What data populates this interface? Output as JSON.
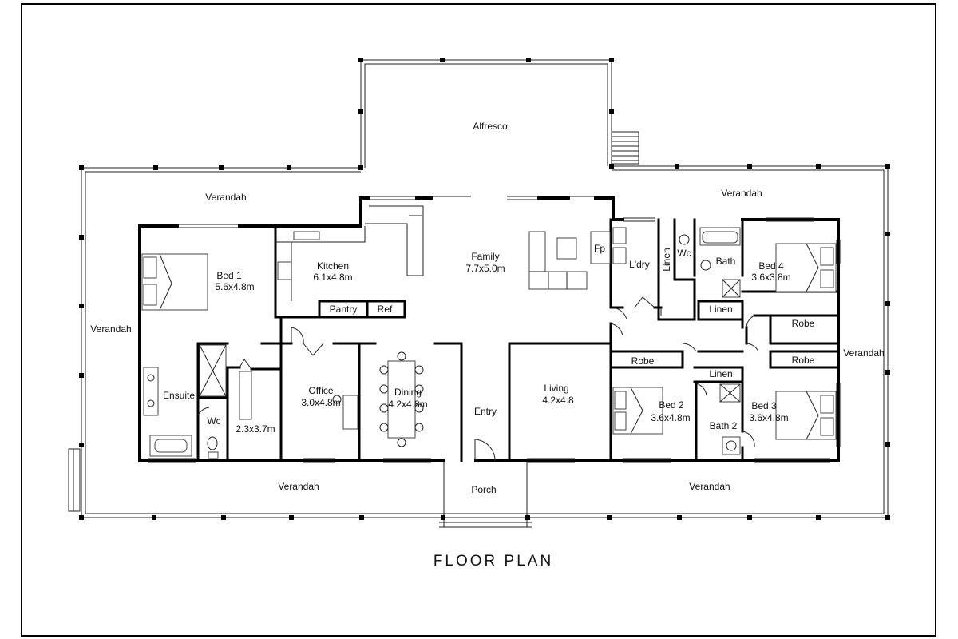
{
  "title": "FLOOR PLAN",
  "rooms": {
    "alfresco": "Alfresco",
    "verandah_nw": "Verandah",
    "verandah_ne": "Verandah",
    "verandah_w": "Verandah",
    "verandah_e": "Verandah",
    "verandah_sw": "Verandah",
    "verandah_se": "Verandah",
    "porch": "Porch",
    "entry": "Entry",
    "bed1_name": "Bed 1",
    "bed1_size": "5.6x4.8m",
    "kitchen_name": "Kitchen",
    "kitchen_size": "6.1x4.8m",
    "pantry": "Pantry",
    "ref": "Ref",
    "family_name": "Family",
    "family_size": "7.7x5.0m",
    "fp": "Fp",
    "laundry": "L'dry",
    "linen_v": "Linen",
    "wc_top": "Wc",
    "bath": "Bath",
    "linen_1": "Linen",
    "linen_2": "Linen",
    "bed4_name": "Bed 4",
    "bed4_size": "3.6x3.8m",
    "robe_1": "Robe",
    "robe_2": "Robe",
    "robe_3": "Robe",
    "ensuite": "Ensuite",
    "wc_ens": "Wc",
    "wir_size": "2.3x3.7m",
    "office_name": "Office",
    "office_size": "3.0x4.8m",
    "dining_name": "Dining",
    "dining_size": "4.2x4.8m",
    "living_name": "Living",
    "living_size": "4.2x4.8",
    "bed2_name": "Bed 2",
    "bed2_size": "3.6x4.8m",
    "bath2": "Bath 2",
    "bed3_name": "Bed 3",
    "bed3_size": "3.6x4.8m"
  }
}
